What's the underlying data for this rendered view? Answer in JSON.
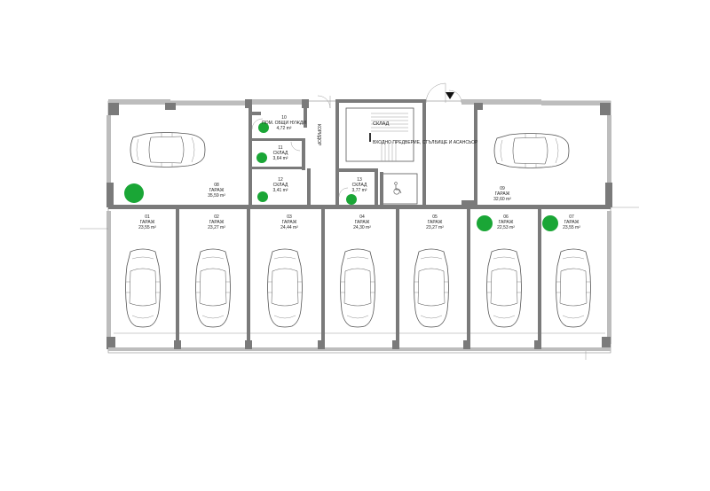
{
  "rooms": {
    "r10": {
      "num": "10",
      "name": "ПОМ. ОБЩИ НУЖДИ",
      "area": "4,72 m²"
    },
    "r11": {
      "num": "11",
      "name": "СКЛАД",
      "area": "3,64 m²"
    },
    "r12": {
      "num": "12",
      "name": "СКЛАД",
      "area": "3,41 m²"
    },
    "r13": {
      "num": "13",
      "name": "СКЛАД",
      "area": "3,77 m²"
    },
    "r08": {
      "num": "08",
      "name": "ГАРАЖ",
      "area": "35,59 m²"
    },
    "r09": {
      "num": "09",
      "name": "ГАРАЖ",
      "area": "32,60 m²"
    }
  },
  "garages": [
    {
      "num": "01",
      "name": "ГАРАЖ",
      "area": "23,55 m²"
    },
    {
      "num": "02",
      "name": "ГАРАЖ",
      "area": "23,27 m²"
    },
    {
      "num": "03",
      "name": "ГАРАЖ",
      "area": "24,44 m²"
    },
    {
      "num": "04",
      "name": "ГАРАЖ",
      "area": "24,30 m²"
    },
    {
      "num": "05",
      "name": "ГАРАЖ",
      "area": "23,27 m²"
    },
    {
      "num": "06",
      "name": "ГАРАЖ",
      "area": "22,53 m²"
    },
    {
      "num": "07",
      "name": "ГАРАЖ",
      "area": "23,55 m²"
    }
  ],
  "labels": {
    "corridor": "КОРИДОР",
    "sklad": "СКЛАД",
    "lobby": "ВХОДНО ПРЕДВЕРИЕ, СТЪЛБИЩЕ И АСАНСЬОР"
  },
  "colors": {
    "marker": "#1aa636",
    "wall": "#7a7a7a"
  },
  "icons": {
    "accessibility": "wheelchair-icon",
    "entrance": "entrance-arrow-icon"
  }
}
